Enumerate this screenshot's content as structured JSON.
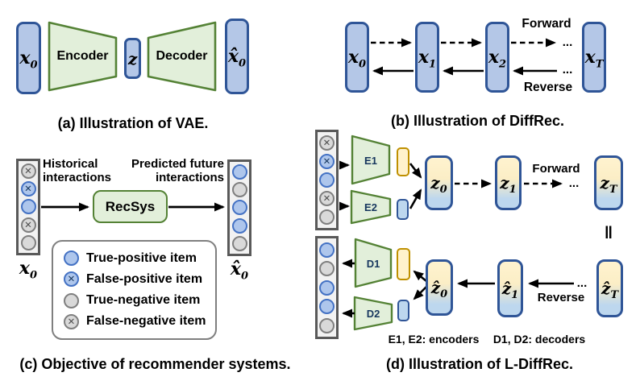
{
  "colors": {
    "node_blue_fill": "#B4C7E7",
    "node_blue_border": "#2F5597",
    "green_fill": "#E2EFDA",
    "green_border": "#548235",
    "latent_yellow_fill": "#FFF2CC",
    "latent_yellow_border": "#BF9000",
    "latent_blue_fill": "#BDD7EE",
    "column_fill": "#F2F2F2",
    "column_border": "#595959",
    "circle_blue_border": "#4472C4",
    "circle_blue_fill": "#AEC6EC",
    "circle_gray_border": "#7F7F7F",
    "circle_gray_fill": "#D9D9D9",
    "arrow_color": "#000000"
  },
  "panel_a": {
    "caption": "(a) Illustration of VAE.",
    "x0": {
      "b": "x",
      "s": "0"
    },
    "encoder": "Encoder",
    "z": {
      "b": "z"
    },
    "decoder": "Decoder",
    "xhat0": {
      "b": "x̂",
      "s": "0"
    }
  },
  "panel_b": {
    "caption": "(b) Illustration of DiffRec.",
    "x0": {
      "b": "x",
      "s": "0"
    },
    "x1": {
      "b": "x",
      "s": "1"
    },
    "x2": {
      "b": "x",
      "s": "2"
    },
    "xT": {
      "b": "x",
      "s": "T"
    },
    "forward": "Forward",
    "reverse": "Reverse",
    "dots_top": "...",
    "dots_bottom": "..."
  },
  "panel_c": {
    "caption": "(c) Objective of recommender systems.",
    "historical_label": "Historical interactions",
    "predicted_label": "Predicted future interactions",
    "recsys": "RecSys",
    "x0": {
      "b": "x",
      "s": "0"
    },
    "xhat0": {
      "b": "x̂",
      "s": "0"
    },
    "left_column": [
      "fn",
      "fp",
      "tp",
      "fn",
      "tn"
    ],
    "right_column": [
      "tp",
      "tn",
      "tp",
      "tp",
      "tn"
    ],
    "legend": [
      {
        "type": "tp",
        "label": "True-positive item"
      },
      {
        "type": "fp",
        "label": "False-positive item"
      },
      {
        "type": "tn",
        "label": "True-negative item"
      },
      {
        "type": "fn",
        "label": "False-negative item"
      }
    ]
  },
  "panel_d": {
    "caption": "(d) Illustration of L-DiffRec.",
    "top_column": [
      "fn",
      "fp",
      "tp",
      "fn",
      "tn"
    ],
    "bottom_column": [
      "tp",
      "tn",
      "tp",
      "tp",
      "tn"
    ],
    "e1": "E1",
    "e2": "E2",
    "d1": "D1",
    "d2": "D2",
    "z0": {
      "b": "z",
      "s": "0"
    },
    "z1": {
      "b": "z",
      "s": "1"
    },
    "zT": {
      "b": "z",
      "s": "T"
    },
    "zhat0": {
      "b": "ẑ",
      "s": "0"
    },
    "zhat1": {
      "b": "ẑ",
      "s": "1"
    },
    "zhatT": {
      "b": "ẑ",
      "s": "T"
    },
    "forward": "Forward",
    "reverse": "Reverse",
    "dots_forward": "...",
    "dots_reverse": "...",
    "equal_sign": "‖",
    "note_encoders": "E1, E2: encoders",
    "note_decoders": "D1, D2: decoders"
  }
}
